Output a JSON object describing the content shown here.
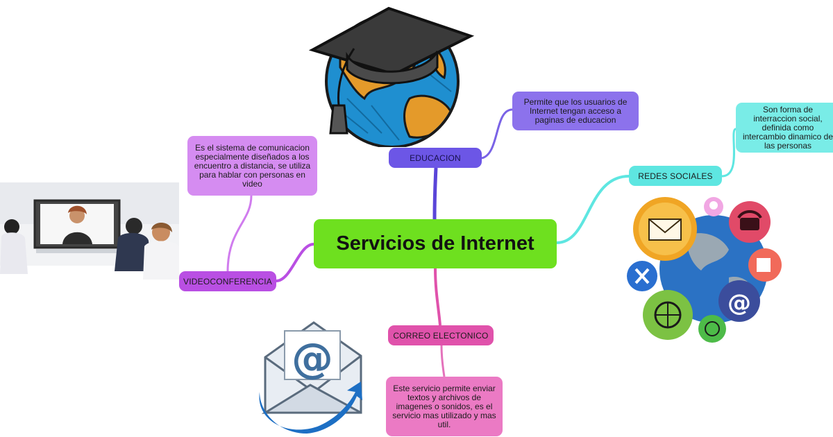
{
  "central": {
    "label": "Servicios de Internet",
    "color": "#6ee01f"
  },
  "branches": {
    "educacion": {
      "label": "EDUCACION",
      "color": "#6c56e6",
      "note": "Permite que los usuarios de Internet tengan acceso a paginas de educacion",
      "note_color": "#8c72ec",
      "icon": "graduation-globe-icon"
    },
    "redes_sociales": {
      "label": "REDES SOCIALES",
      "color": "#5ee6e1",
      "note": "Son forma de interraccion social, definida como intercambio dinamico de las personas",
      "note_color": "#79ece7",
      "icon": "social-network-globe-icon"
    },
    "videoconferencia": {
      "label": "VIDEOCONFERENCIA",
      "color": "#b94fe3",
      "note": "Es el sistema de comunicacion especialmente diseñados a los encuentro a distancia, se utiliza para hablar con personas en video",
      "note_color": "#d58cf1",
      "icon": "video-conference-photo"
    },
    "correo": {
      "label": "CORREO ELECTONICO",
      "color": "#e052ab",
      "note": "Este servicio permite enviar textos y archivos de imagenes o sonidos, es el servicio mas utilizado y mas util.",
      "note_color": "#eb7ac4",
      "icon": "email-envelope-icon"
    }
  }
}
